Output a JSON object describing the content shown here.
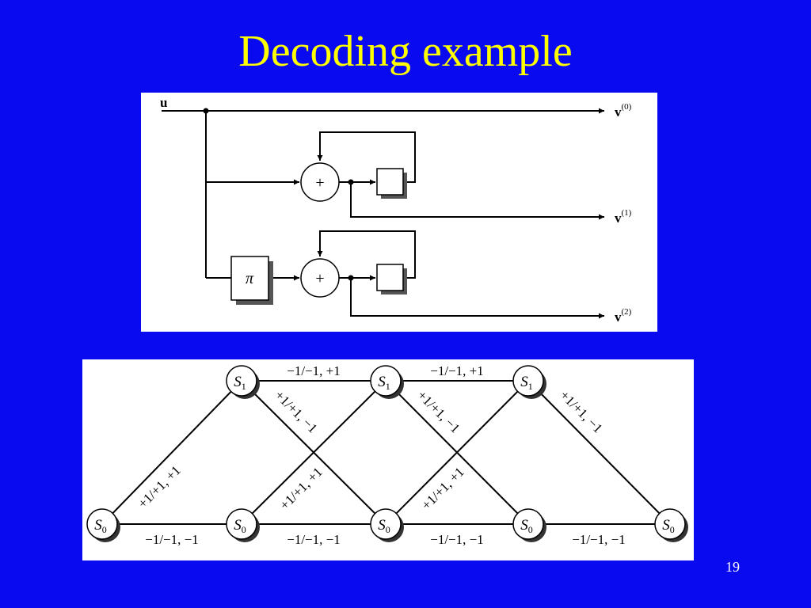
{
  "slide": {
    "title": "Decoding example",
    "page_number": "19"
  },
  "encoder": {
    "input_label": "u",
    "output_label_v": "v",
    "outputs": [
      {
        "superscript": "(0)"
      },
      {
        "superscript": "(1)"
      },
      {
        "superscript": "(2)"
      }
    ],
    "adder_symbol": "+",
    "interleaver_symbol": "π"
  },
  "trellis": {
    "upper_states": [
      "S1",
      "S1",
      "S1"
    ],
    "lower_states": [
      "S0",
      "S0",
      "S0",
      "S0",
      "S0"
    ],
    "state_letter": "S",
    "sub_1": "1",
    "sub_0": "0",
    "labels": {
      "s1_to_s1": "−1/−1, +1",
      "s1_to_s0": "+1/+1, −1",
      "s0_to_s1": "+1/+1, +1",
      "s0_to_s0": "−1/−1, −1"
    }
  }
}
